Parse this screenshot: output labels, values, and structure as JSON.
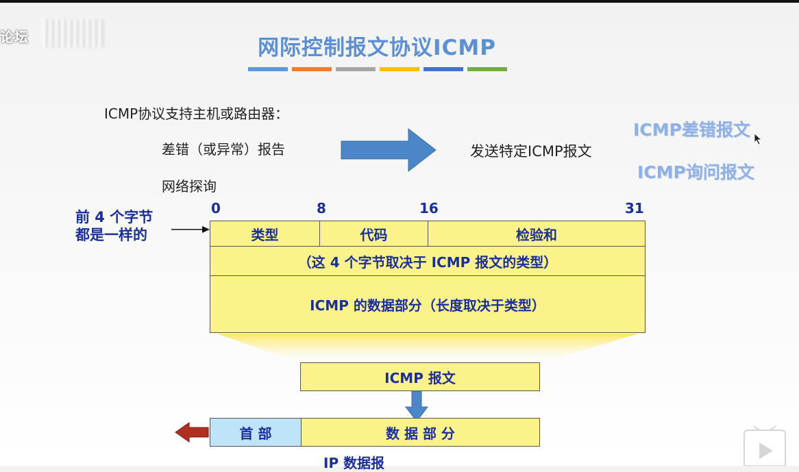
{
  "watermark": "论坛",
  "title": "网际控制报文协议ICMP",
  "stripe_colors": [
    "#5b9bd5",
    "#ed7d31",
    "#a5a5a5",
    "#ffc000",
    "#4472c4",
    "#70ad47"
  ],
  "intro": {
    "line": "ICMP协议支持主机或路由器：",
    "item1": "差错（或异常）报告",
    "item2": "网络探询",
    "result": "发送特定ICMP报文"
  },
  "side": {
    "error_msg": "ICMP差错报文",
    "query_msg": "ICMP询问报文"
  },
  "format": {
    "note_line1": "前 4 个字节",
    "note_line2": "都是一样的",
    "bit_0": "0",
    "bit_8": "8",
    "bit_16": "16",
    "bit_31": "31",
    "type": "类型",
    "code": "代码",
    "checksum": "检验和",
    "row2": "（这 4 个字节取决于 ICMP 报文的类型）",
    "row3": "ICMP 的数据部分（长度取决于类型）"
  },
  "icmp_box": "ICMP 报文",
  "ip": {
    "header": "首 部",
    "data": "数 据 部 分",
    "label": "IP 数据报"
  },
  "colors": {
    "title_blue": "#5b8fd6",
    "navy": "#1a2f9c",
    "yellow": "#fbf38a",
    "header_blue": "#bfe3f7",
    "arrow_blue": "#4a86c8",
    "arrow_red": "#b03020"
  }
}
